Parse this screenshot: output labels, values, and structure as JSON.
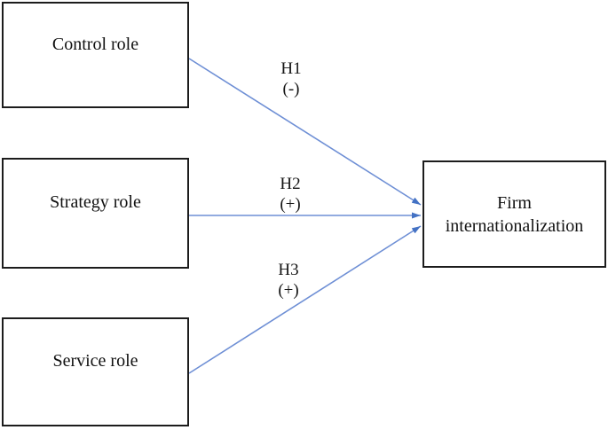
{
  "diagram": {
    "nodes": [
      {
        "id": "control",
        "label": "Control role"
      },
      {
        "id": "strategy",
        "label": "Strategy role"
      },
      {
        "id": "service",
        "label": "Service role"
      },
      {
        "id": "firm",
        "label": "Firm internationalization"
      }
    ],
    "edges": [
      {
        "id": "h1",
        "label": "H1",
        "sign": "(-)",
        "from": "control",
        "to": "firm"
      },
      {
        "id": "h2",
        "label": "H2",
        "sign": "(+)",
        "from": "strategy",
        "to": "firm"
      },
      {
        "id": "h3",
        "label": "H3",
        "sign": "(+)",
        "from": "service",
        "to": "firm"
      }
    ],
    "colors": {
      "arrow_line": "#6e8fd5",
      "arrow_head": "#4472c4",
      "box_border": "#1c1c1c",
      "text": "#111111",
      "background": "#ffffff"
    }
  }
}
